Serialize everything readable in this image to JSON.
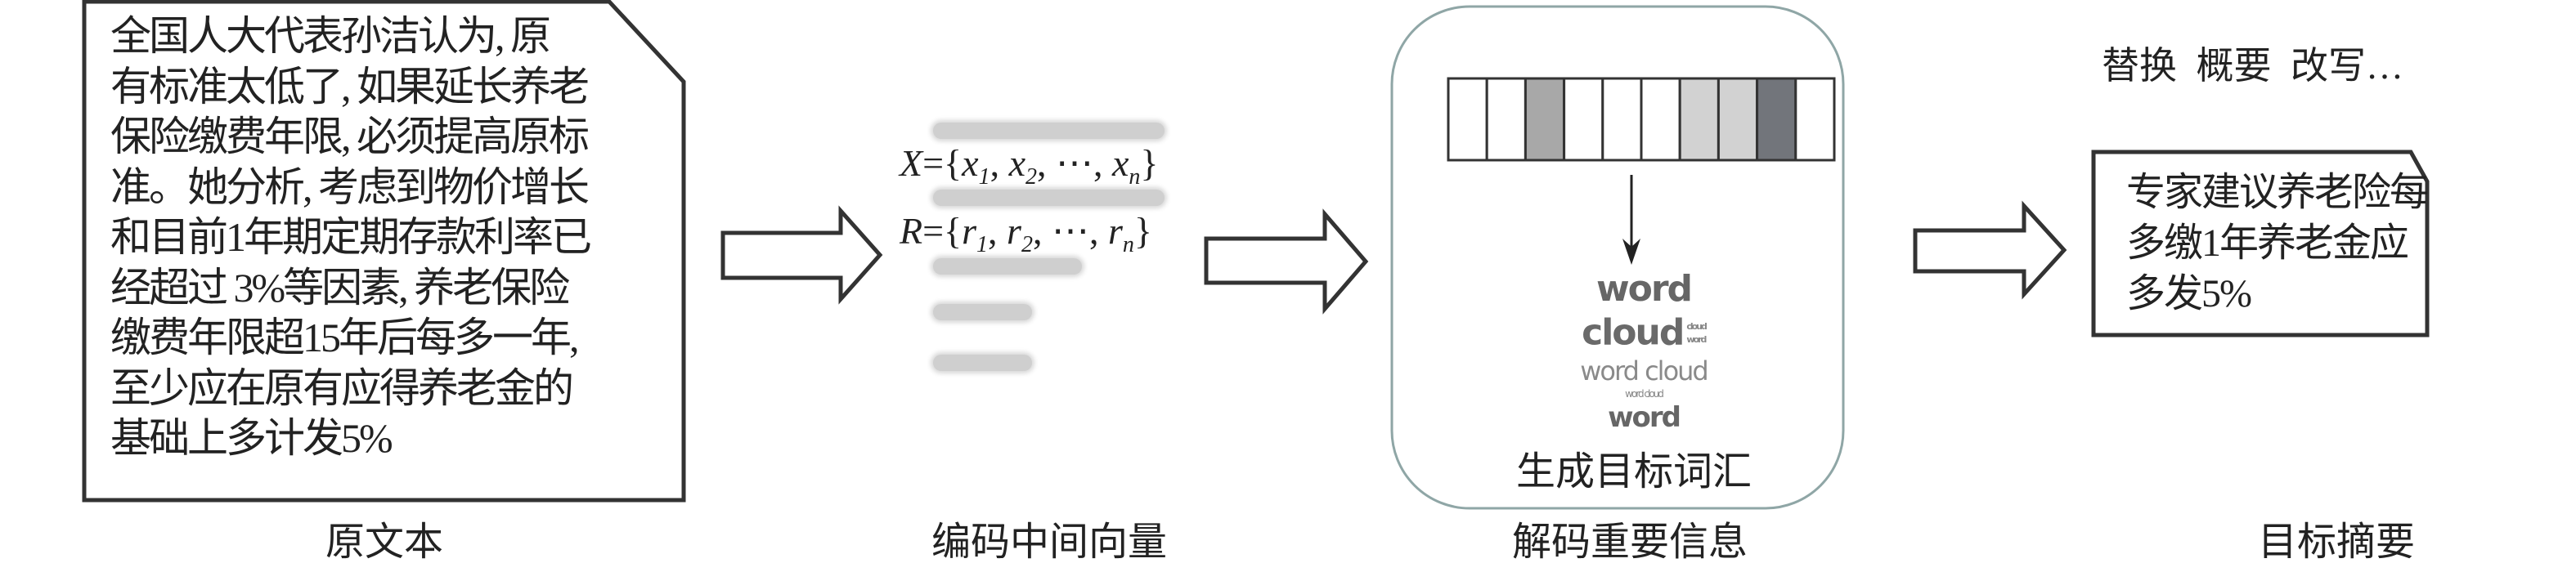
{
  "source": {
    "lines": [
      "全国人大代表孙洁认为, 原",
      "有标准太低了, 如果延长养老",
      "保险缴费年限, 必须提高原标",
      "准。她分析, 考虑到物价增长",
      "和目前1年期定期存款利率已",
      "经超过 3%等因素, 养老保险",
      "缴费年限超15年后每多一年,",
      "至少应在原有应得养老金的",
      "基础上多计发5%"
    ],
    "caption": "原文本"
  },
  "encoder": {
    "formula_x": {
      "name": "X",
      "eq": "={",
      "var": "x",
      "subs": [
        "1",
        "2",
        "n"
      ],
      "sep": ", ",
      "dots": "⋯",
      "close": "}"
    },
    "formula_r": {
      "name": "R",
      "eq": "={",
      "var": "r",
      "subs": [
        "1",
        "2",
        "n"
      ],
      "sep": ", ",
      "dots": "⋯",
      "close": "}"
    },
    "caption": "编码中间向量"
  },
  "decoder": {
    "cell_colors": [
      "#ffffff",
      "#ffffff",
      "#a8a8a8",
      "#ffffff",
      "#ffffff",
      "#ffffff",
      "#d2d2d2",
      "#d2d2d2",
      "#72757b",
      "#ffffff"
    ],
    "word_cloud": {
      "w1": "word",
      "w2": "cloud",
      "w2a": "cloud",
      "w2b": "word",
      "w3": "word cloud",
      "w4": "word cloud",
      "w5": "word"
    },
    "label": "生成目标词汇",
    "caption": "解码重要信息",
    "box_border": "#8fa6a6"
  },
  "summary": {
    "operations": "替换 概要 改写…",
    "lines": [
      "专家建议养老险每",
      "多缴1年养老金应",
      "多发5%"
    ],
    "caption": "目标摘要"
  }
}
